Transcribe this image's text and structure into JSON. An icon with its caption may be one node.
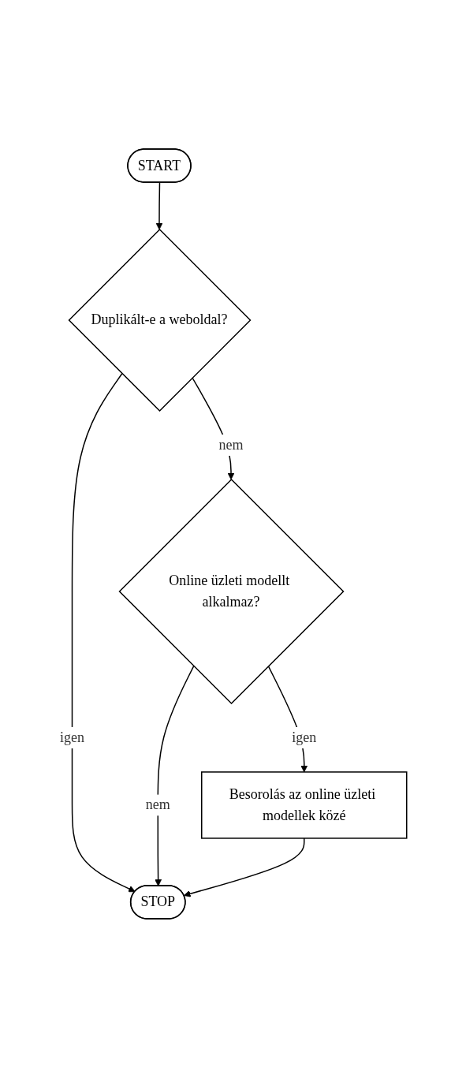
{
  "diagram": {
    "nodes": [
      {
        "text": [
          "START"
        ]
      },
      {
        "text": [
          "Duplikált-e a weboldal?"
        ]
      },
      {
        "text": [
          "Online üzleti modellt alkalmaz?"
        ]
      },
      {
        "text": [
          "Besorolás az online üzleti modellek közé"
        ]
      },
      {
        "text": [
          "STOP"
        ]
      }
    ],
    "edges": [
      {
        "from": 0,
        "to": 1,
        "arrow": "to"
      },
      {
        "from": 1,
        "to": 4,
        "arrow": "to",
        "label": "igen"
      },
      {
        "from": 1,
        "to": 2,
        "arrow": "to",
        "label": "nem"
      },
      {
        "from": 2,
        "to": 4,
        "arrow": "to",
        "label": "nem"
      },
      {
        "from": 2,
        "to": 3,
        "arrow": "to",
        "label": "igen"
      },
      {
        "from": 3,
        "to": 4,
        "arrow": "to"
      }
    ]
  }
}
